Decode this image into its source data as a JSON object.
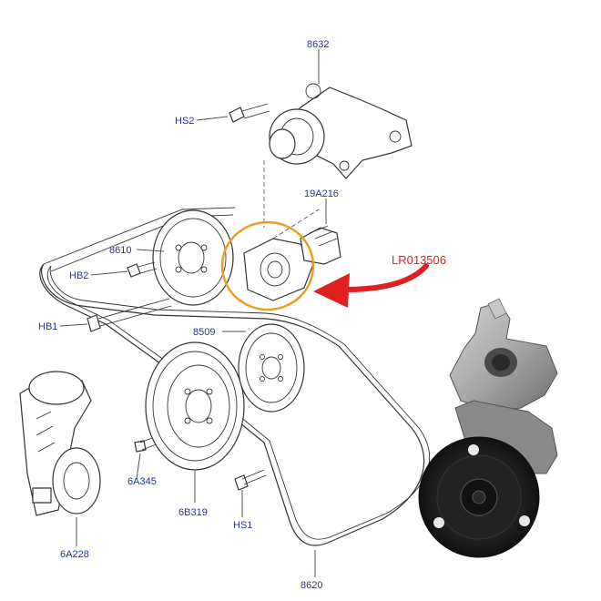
{
  "labels": {
    "p8632": "8632",
    "hs2": "HS2",
    "p19a216": "19A216",
    "p8610": "8610",
    "hb2": "HB2",
    "hb1": "HB1",
    "p8509": "8509",
    "p6a345": "6A345",
    "p6b319": "6B319",
    "hs1": "HS1",
    "p6a228": "6A228",
    "p8620": "8620"
  },
  "callout": {
    "part_number": "LR013506"
  },
  "colors": {
    "label": "#2233aa",
    "callout": "#e02020",
    "line": "#333333"
  }
}
